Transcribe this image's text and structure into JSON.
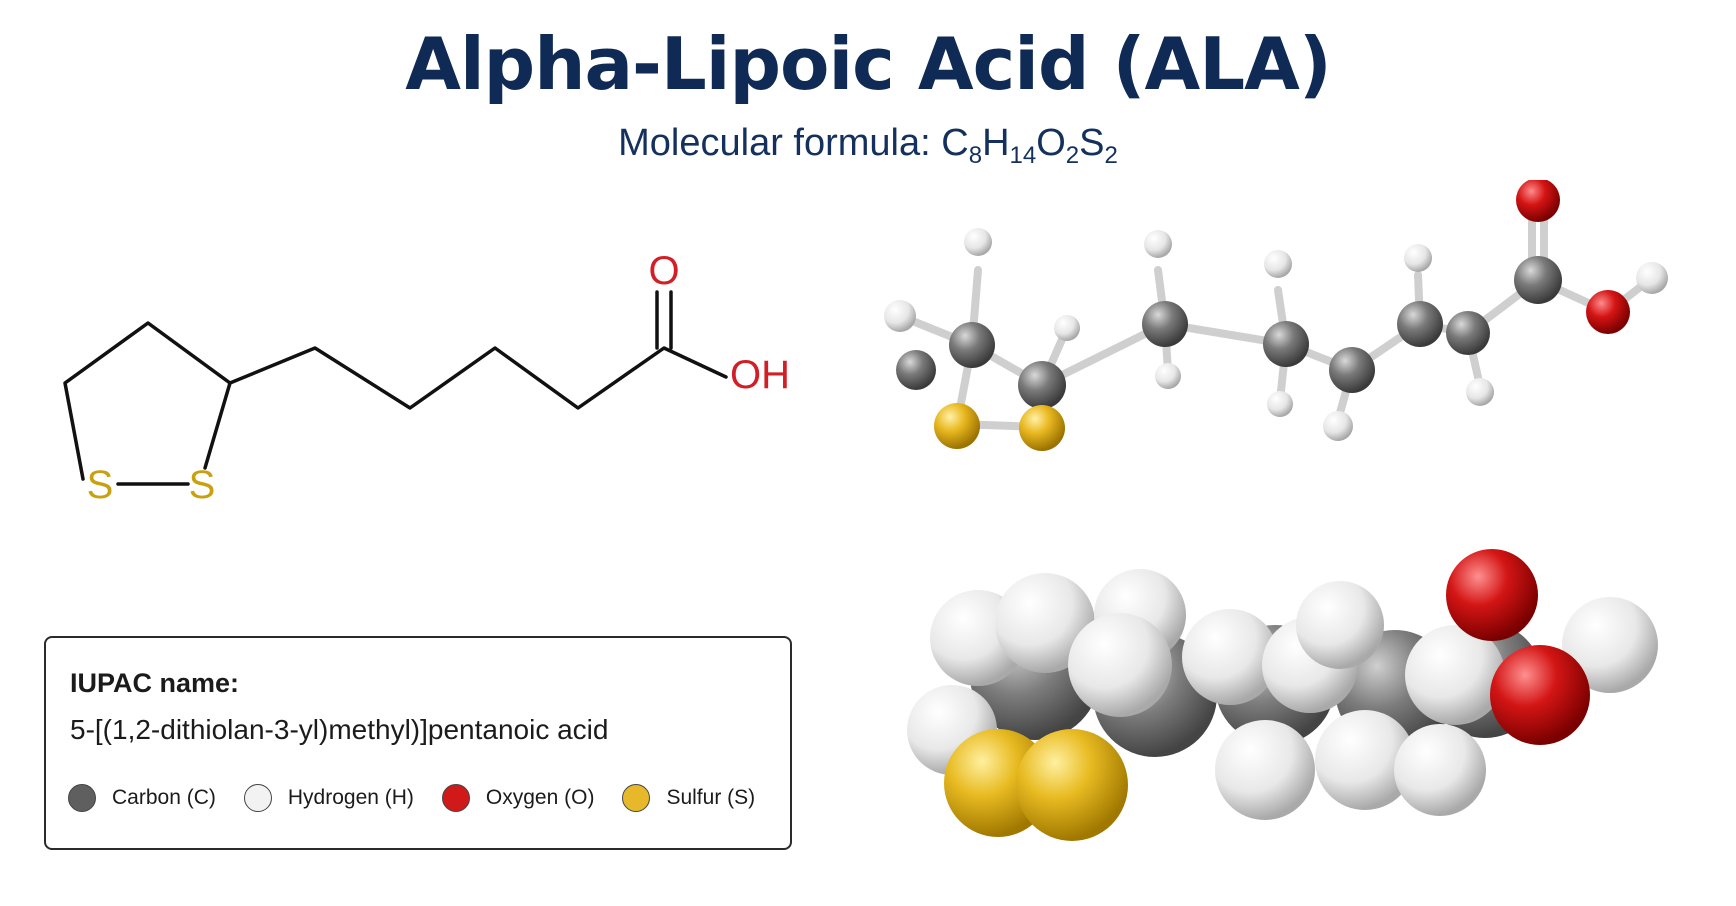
{
  "header": {
    "title": "Alpha-Lipoic Acid (ALA)",
    "formula_prefix": "Molecular formula: ",
    "formula": [
      {
        "symbol": "C",
        "count": "8"
      },
      {
        "symbol": "H",
        "count": "14"
      },
      {
        "symbol": "O",
        "count": "2"
      },
      {
        "symbol": "S",
        "count": "2"
      }
    ]
  },
  "skeletal": {
    "oxygen_label": "O",
    "hydroxyl_label": "OH",
    "sulfur_left_label": "S",
    "sulfur_right_label": "S",
    "bond_color": "#111111",
    "oxygen_color": "#d21f26",
    "sulfur_color": "#c9a010"
  },
  "info": {
    "iupac_label": "IUPAC name:",
    "iupac_value": "5-[(1,2-dithiolan-3-yl)methyl)]pentanoic acid",
    "legend": [
      {
        "label": "Carbon (C)",
        "color": "#5f5f5f"
      },
      {
        "label": "Hydrogen (H)",
        "color": "#f2f2f2"
      },
      {
        "label": "Oxygen (O)",
        "color": "#d01a1a"
      },
      {
        "label": "Sulfur (S)",
        "color": "#e6b82a"
      }
    ]
  }
}
